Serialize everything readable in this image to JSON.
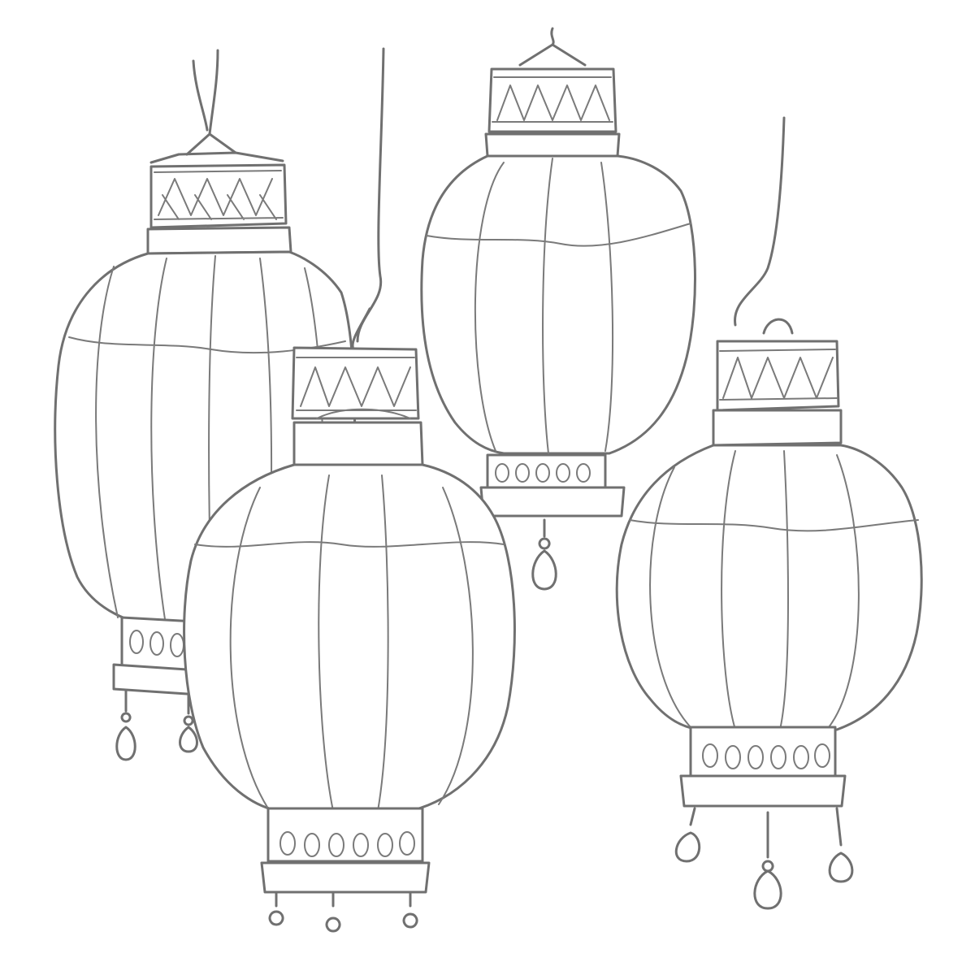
{
  "illustration": {
    "subject": "",
    "background_color": "#ffffff",
    "line_color": "#707070",
    "lanterns": [
      {
        "name": "back-left-lantern"
      },
      {
        "name": "back-right-lantern"
      },
      {
        "name": "front-left-lantern"
      },
      {
        "name": "front-right-lantern"
      }
    ]
  }
}
